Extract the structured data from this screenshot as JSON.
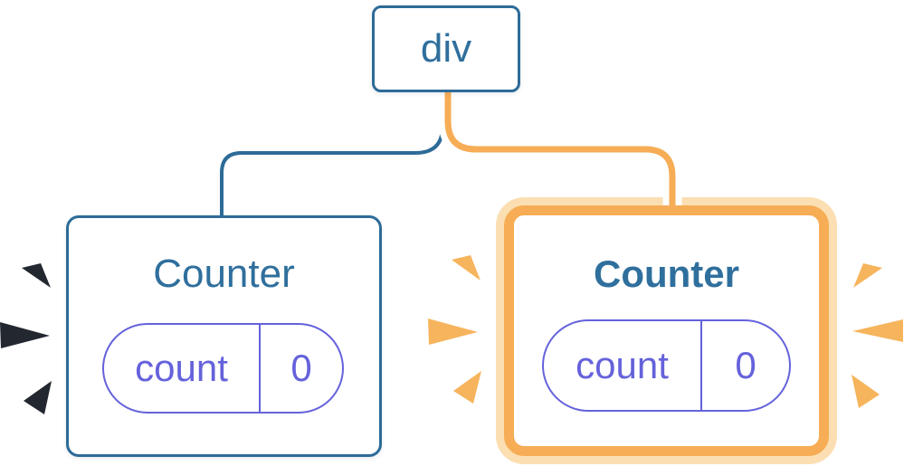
{
  "diagram": {
    "root_node": {
      "label": "div"
    },
    "left_counter": {
      "title": "Counter",
      "state_key": "count",
      "state_value": "0",
      "highlighted": false
    },
    "right_counter": {
      "title": "Counter",
      "state_key": "count",
      "state_value": "0",
      "highlighted": true
    }
  },
  "colors": {
    "background": "#FFFFFF",
    "blue_stroke": "#2D6B98",
    "blue_text": "#2F6F9D",
    "purple": "#6562DB",
    "orange": "#F6AD55",
    "orange_light": "#FBDFB2",
    "spark_orange": "#F6B45C",
    "spark_dark": "#23272F"
  }
}
